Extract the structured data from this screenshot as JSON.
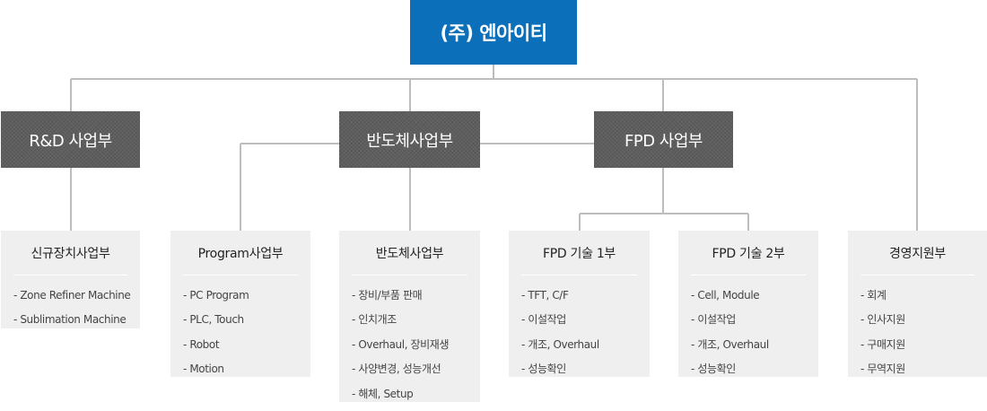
{
  "root": {
    "label": "(주) 엔아이티"
  },
  "colors": {
    "root_bg": "#0b6fba",
    "division_bg": "#5e5e5e",
    "card_bg": "#efefef",
    "connector": "#bdbdbd"
  },
  "divisions": {
    "rnd": {
      "label": "R&D 사업부"
    },
    "semi": {
      "label": "반도체사업부"
    },
    "fpd": {
      "label": "FPD 사업부"
    }
  },
  "cards": [
    {
      "title": "신규장치사업부",
      "items": [
        "- Zone Refiner Machine",
        "- Sublimation Machine"
      ]
    },
    {
      "title": "Program사업부",
      "items": [
        "-  PC Program",
        "-  PLC, Touch",
        "-   Robot",
        "-  Motion"
      ]
    },
    {
      "title": "반도체사업부",
      "items": [
        "- 장비/부품 판매",
        "- 인치개조",
        "- Overhaul, 장비재생",
        "- 사양변경, 성능개선",
        "- 해체, Setup"
      ]
    },
    {
      "title": "FPD 기술 1부",
      "items": [
        "- TFT, C/F",
        "- 이설작업",
        "- 개조, Overhaul",
        "- 성능확인"
      ]
    },
    {
      "title": "FPD 기술 2부",
      "items": [
        "- Cell, Module",
        "-  이설작업",
        "-  개조, Overhaul",
        "-  성능확인"
      ]
    },
    {
      "title": "경영지원부",
      "items": [
        "- 회계",
        "- 인사지원",
        "- 구매지원",
        "- 무역지원"
      ]
    }
  ]
}
